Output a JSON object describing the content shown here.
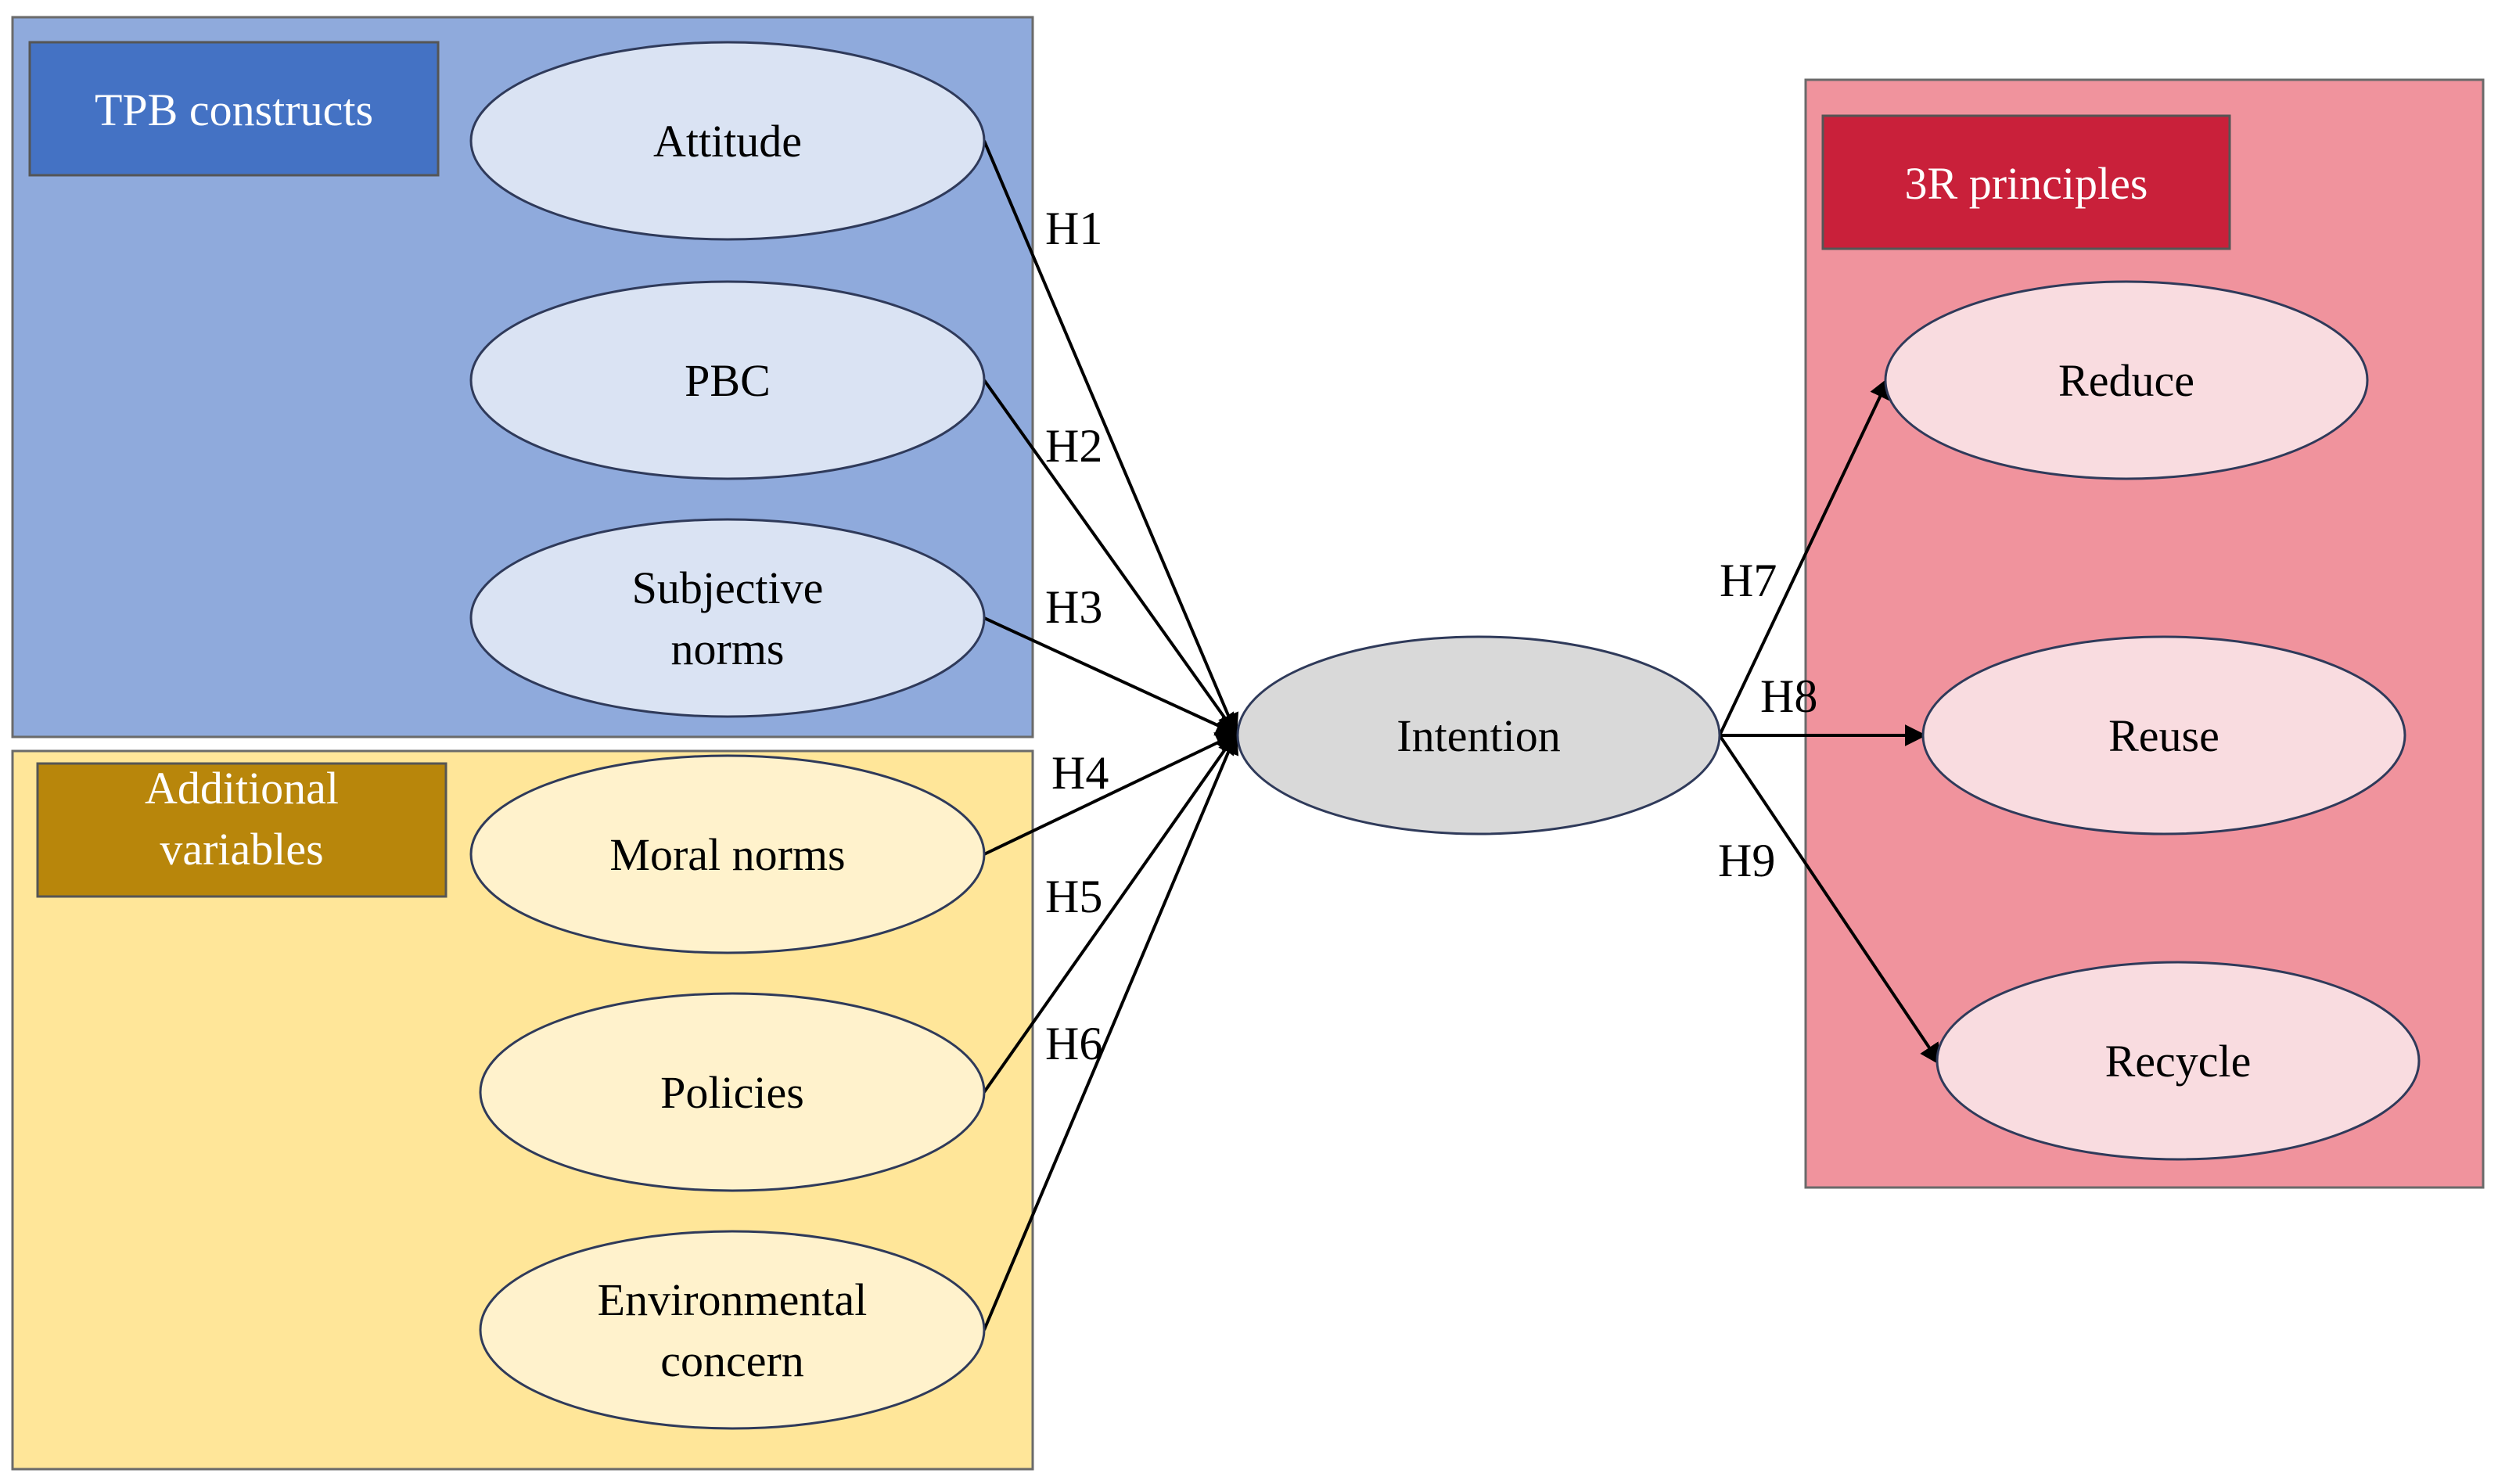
{
  "groups": {
    "tpb": {
      "header": "TPB constructs",
      "panel_color": "#8faadc",
      "header_color": "#4472c4",
      "node_color": "#dae3f3"
    },
    "additional": {
      "header": [
        "Additional",
        "variables"
      ],
      "panel_color": "#ffe699",
      "header_color": "#b8860b",
      "node_color": "#fff2cc"
    },
    "threer": {
      "header": "3R principles",
      "panel_color": "#f0939d",
      "header_color": "#c9203a",
      "node_color": "#f9dce0"
    }
  },
  "nodes": {
    "attitude": [
      "Attitude"
    ],
    "pbc": [
      "PBC"
    ],
    "subjective_norms": [
      "Subjective",
      "norms"
    ],
    "moral_norms": [
      "Moral norms"
    ],
    "policies": [
      "Policies"
    ],
    "environmental_concern": [
      "Environmental",
      "concern"
    ],
    "intention": [
      "Intention"
    ],
    "reduce": [
      "Reduce"
    ],
    "reuse": [
      "Reuse"
    ],
    "recycle": [
      "Recycle"
    ]
  },
  "intention_color": "#d9d9d9",
  "hypotheses": {
    "h1": "H1",
    "h2": "H2",
    "h3": "H3",
    "h4": "H4",
    "h5": "H5",
    "h6": "H6",
    "h7": "H7",
    "h8": "H8",
    "h9": "H9"
  }
}
